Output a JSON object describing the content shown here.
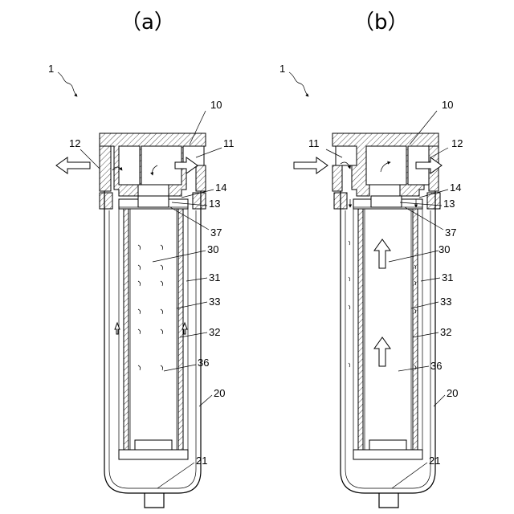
{
  "panels": [
    {
      "id": "a",
      "title": "（a）",
      "labels": [
        "1",
        "10",
        "11",
        "12",
        "14",
        "13",
        "37",
        "30",
        "31",
        "33",
        "32",
        "36",
        "20",
        "21"
      ]
    },
    {
      "id": "b",
      "title": "（b）",
      "labels": [
        "1",
        "10",
        "11",
        "12",
        "14",
        "13",
        "37",
        "30",
        "31",
        "33",
        "32",
        "36",
        "20",
        "21"
      ]
    }
  ]
}
